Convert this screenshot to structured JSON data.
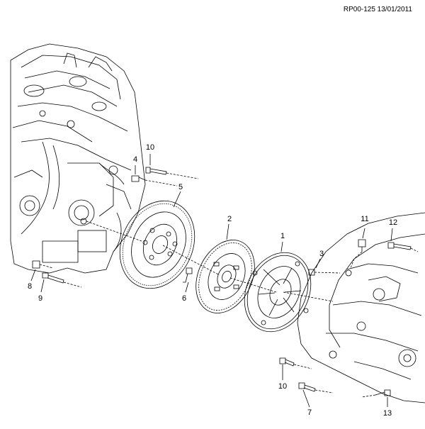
{
  "header": {
    "ref_code": "RP00-125 13/01/2011"
  },
  "callouts": [
    {
      "id": "c1",
      "label": "1"
    },
    {
      "id": "c2",
      "label": "2"
    },
    {
      "id": "c3",
      "label": "3"
    },
    {
      "id": "c4",
      "label": "4"
    },
    {
      "id": "c5",
      "label": "5"
    },
    {
      "id": "c6",
      "label": "6"
    },
    {
      "id": "c7",
      "label": "7"
    },
    {
      "id": "c8",
      "label": "8"
    },
    {
      "id": "c9",
      "label": "9"
    },
    {
      "id": "c10a",
      "label": "10"
    },
    {
      "id": "c10b",
      "label": "10"
    },
    {
      "id": "c11",
      "label": "11"
    },
    {
      "id": "c12",
      "label": "12"
    },
    {
      "id": "c13",
      "label": "13"
    }
  ]
}
